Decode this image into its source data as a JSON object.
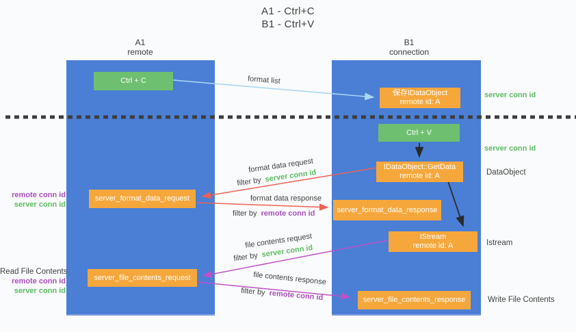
{
  "title": {
    "line1": "A1 - Ctrl+C",
    "line2": "B1 - Ctrl+V"
  },
  "lanes": {
    "left": {
      "title": "A1",
      "subtitle": "remote"
    },
    "right": {
      "title": "B1",
      "subtitle": "connection"
    }
  },
  "nodes": {
    "ctrl_c": {
      "label": "Ctrl + C"
    },
    "save_dataobject": {
      "line1": "保存IDataObject",
      "line2": "remote id: A"
    },
    "ctrl_v": {
      "label": "Ctrl + V"
    },
    "getdata": {
      "line1": "IDataObject::GetData",
      "line2": "remote id: A"
    },
    "server_format_data_request": {
      "label": "server_format_data_request"
    },
    "server_format_data_response": {
      "label": "server_format_data_response"
    },
    "istream": {
      "line1": "IStream",
      "line2": "remote id: A"
    },
    "server_file_contents_request": {
      "label": "server_file_contents_request"
    },
    "server_file_contents_response": {
      "label": "server_file_contents_response"
    }
  },
  "flow_labels": {
    "format_list": "format list",
    "format_data_request": "format data request",
    "filter_server_1": {
      "prefix": "filter by",
      "highlight": "server conn id"
    },
    "format_data_response": "format data response",
    "filter_remote_1": {
      "prefix": "filter by",
      "highlight": "remote conn id"
    },
    "file_contents_request": "file contents request",
    "filter_server_2": {
      "prefix": "filter by",
      "highlight": "server conn id"
    },
    "file_contents_response": "file contents response",
    "filter_remote_2": {
      "prefix": "filter by",
      "highlight": "remote conn id"
    }
  },
  "left_annotations": {
    "group1": {
      "remote": "remote conn id",
      "server": "server conn id"
    },
    "group2": {
      "title": "Read File Contents",
      "remote": "remote conn id",
      "server": "server conn id"
    }
  },
  "right_annotations": {
    "server_conn_1": "server conn id",
    "server_conn_2": "server conn id",
    "dataobject": "DataObject",
    "istream": "Istream",
    "write_file": "Write File Contents"
  },
  "colors": {
    "lane_blue": "#4a7fd5",
    "box_orange": "#f6a73c",
    "box_green": "#6ebf70",
    "green_text": "#5cbb61",
    "purple_text": "#a94fbe",
    "red_arrow": "#ee6055",
    "magenta_arrow": "#c050c8",
    "lightblue_arrow": "#aad6f2",
    "black_arrow": "#2a2a2a",
    "dotted_line": "#3d3d3d"
  }
}
